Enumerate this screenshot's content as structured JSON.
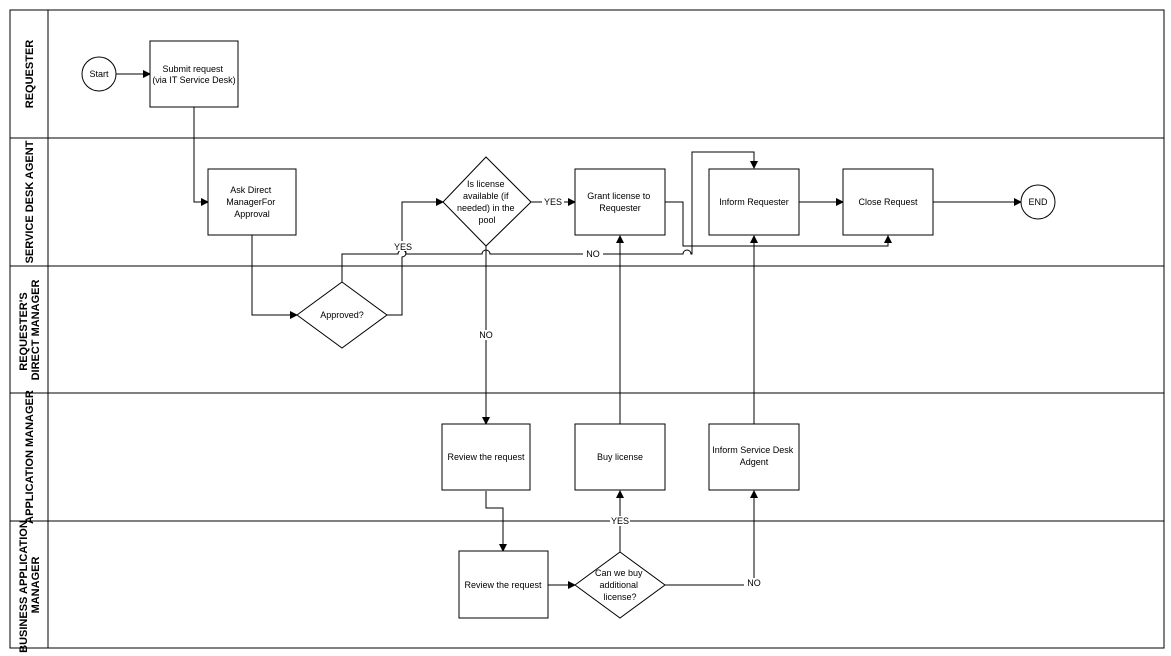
{
  "lanes": [
    {
      "id": "requester",
      "label": [
        "REQUESTER"
      ]
    },
    {
      "id": "service-desk-agent",
      "label": [
        "SERVICE DESK AGENT"
      ]
    },
    {
      "id": "direct-manager",
      "label": [
        "REQUESTER'S",
        "DIRECT MANAGER"
      ]
    },
    {
      "id": "application-manager",
      "label": [
        "APPLICATION MANAGER"
      ]
    },
    {
      "id": "business-application-manager",
      "label": [
        "BUSINESS APPLICATION",
        "MANAGER"
      ]
    }
  ],
  "nodes": {
    "start": {
      "shape": "circle",
      "lines": [
        "Start"
      ]
    },
    "submit": {
      "shape": "rect",
      "lines": [
        "Submit request",
        "(via IT Service Desk)"
      ]
    },
    "ask": {
      "shape": "rect",
      "lines": [
        "Ask Direct",
        "ManagerFor",
        "Approval"
      ]
    },
    "approved": {
      "shape": "diamond",
      "lines": [
        "Approved?"
      ]
    },
    "license_avail": {
      "shape": "diamond",
      "lines": [
        "Is license",
        "available (if",
        "needed) in the",
        "pool"
      ]
    },
    "grant": {
      "shape": "rect",
      "lines": [
        "Grant license to",
        "Requester"
      ]
    },
    "inform_req": {
      "shape": "rect",
      "lines": [
        "Inform Requester"
      ]
    },
    "close": {
      "shape": "rect",
      "lines": [
        "Close Request"
      ]
    },
    "end": {
      "shape": "circle",
      "lines": [
        "END"
      ]
    },
    "review_app": {
      "shape": "rect",
      "lines": [
        "Review the request"
      ]
    },
    "buy": {
      "shape": "rect",
      "lines": [
        "Buy license"
      ]
    },
    "inform_sd": {
      "shape": "rect",
      "lines": [
        "Inform Service Desk",
        "Adgent"
      ]
    },
    "review_bus": {
      "shape": "rect",
      "lines": [
        "Review the request"
      ]
    },
    "can_buy": {
      "shape": "diamond",
      "lines": [
        "Can we buy",
        "additional",
        "license?"
      ]
    }
  },
  "edge_labels": {
    "approved_yes": "YES",
    "approved_no": "NO",
    "license_yes": "YES",
    "license_no": "NO",
    "buy_yes": "YES",
    "buy_no": "NO"
  }
}
